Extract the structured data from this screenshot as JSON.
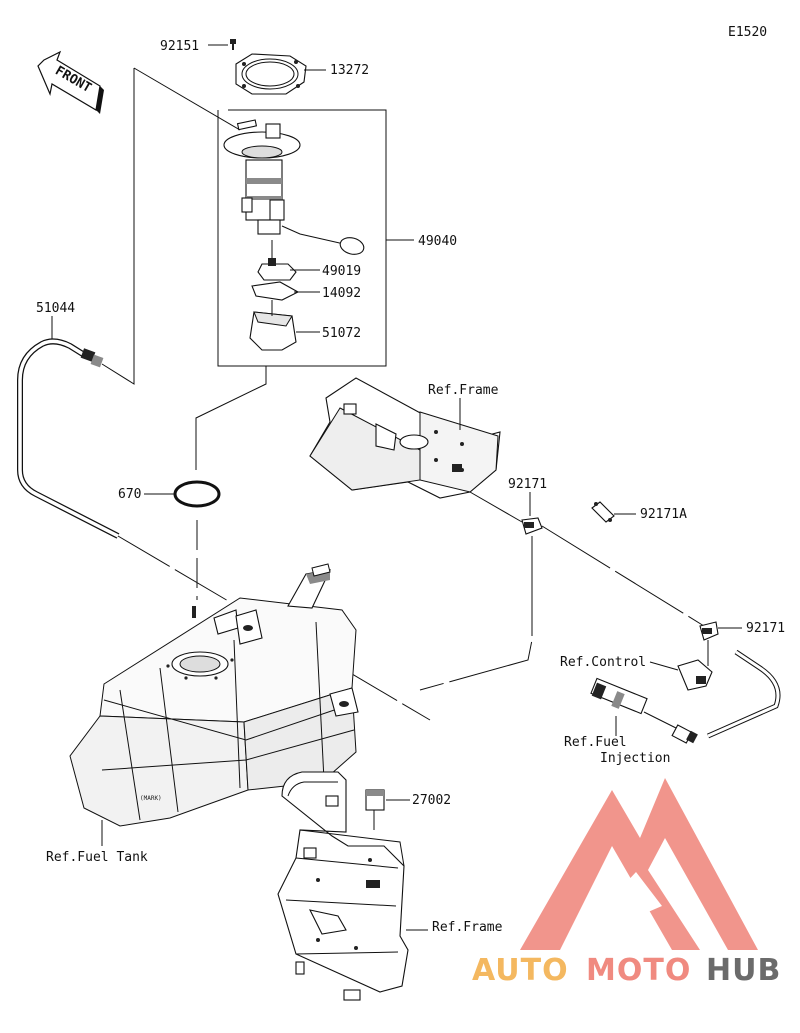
{
  "diagram_code": "E1520",
  "front_label": "FRONT",
  "parts": {
    "p92151": "92151",
    "p13272": "13272",
    "p49040": "49040",
    "p49019": "49019",
    "p14092": "14092",
    "p51072": "51072",
    "p51044": "51044",
    "p670": "670",
    "p92171_a": "92171",
    "p92171A": "92171A",
    "p92171_b": "92171",
    "p27002": "27002"
  },
  "refs": {
    "frame_top": "Ref.Frame",
    "control": "Ref.Control",
    "fuel_injection_1": "Ref.Fuel",
    "fuel_injection_2": "Injection",
    "fuel_tank": "Ref.Fuel Tank",
    "frame_bottom": "Ref.Frame"
  },
  "watermark": {
    "text_a": "AUTO",
    "text_b": "MOTO",
    "text_c": "HUB",
    "color_a": "#f4b860",
    "color_b": "#f08a80",
    "color_c": "#6b6b6b"
  }
}
